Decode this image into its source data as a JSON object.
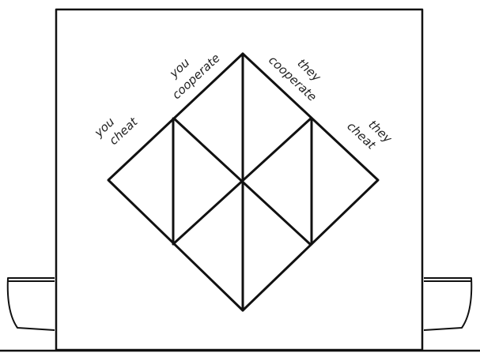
{
  "labels": {
    "you_cheat": [
      "you",
      "cheat"
    ],
    "you_cooperate": [
      "you",
      "cooperate"
    ],
    "they_cooperate": [
      "they",
      "cooperate"
    ],
    "they_cheat": [
      "they",
      "cheat"
    ]
  },
  "colors": {
    "stroke": "#111111",
    "text": "#222222",
    "background": "#ffffff"
  }
}
